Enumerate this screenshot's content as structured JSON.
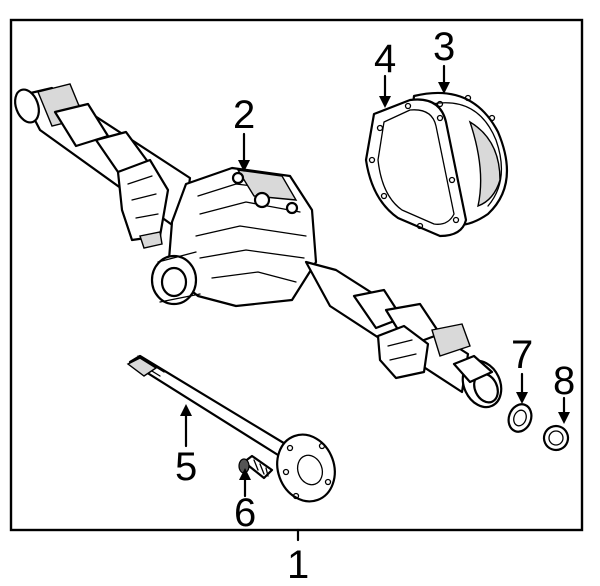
{
  "callouts": {
    "c1": "1",
    "c2": "2",
    "c3": "3",
    "c4": "4",
    "c5": "5",
    "c6": "6",
    "c7": "7",
    "c8": "8"
  },
  "colors": {
    "line": "#000000",
    "background": "#ffffff",
    "shade": "#d9d9d9"
  }
}
